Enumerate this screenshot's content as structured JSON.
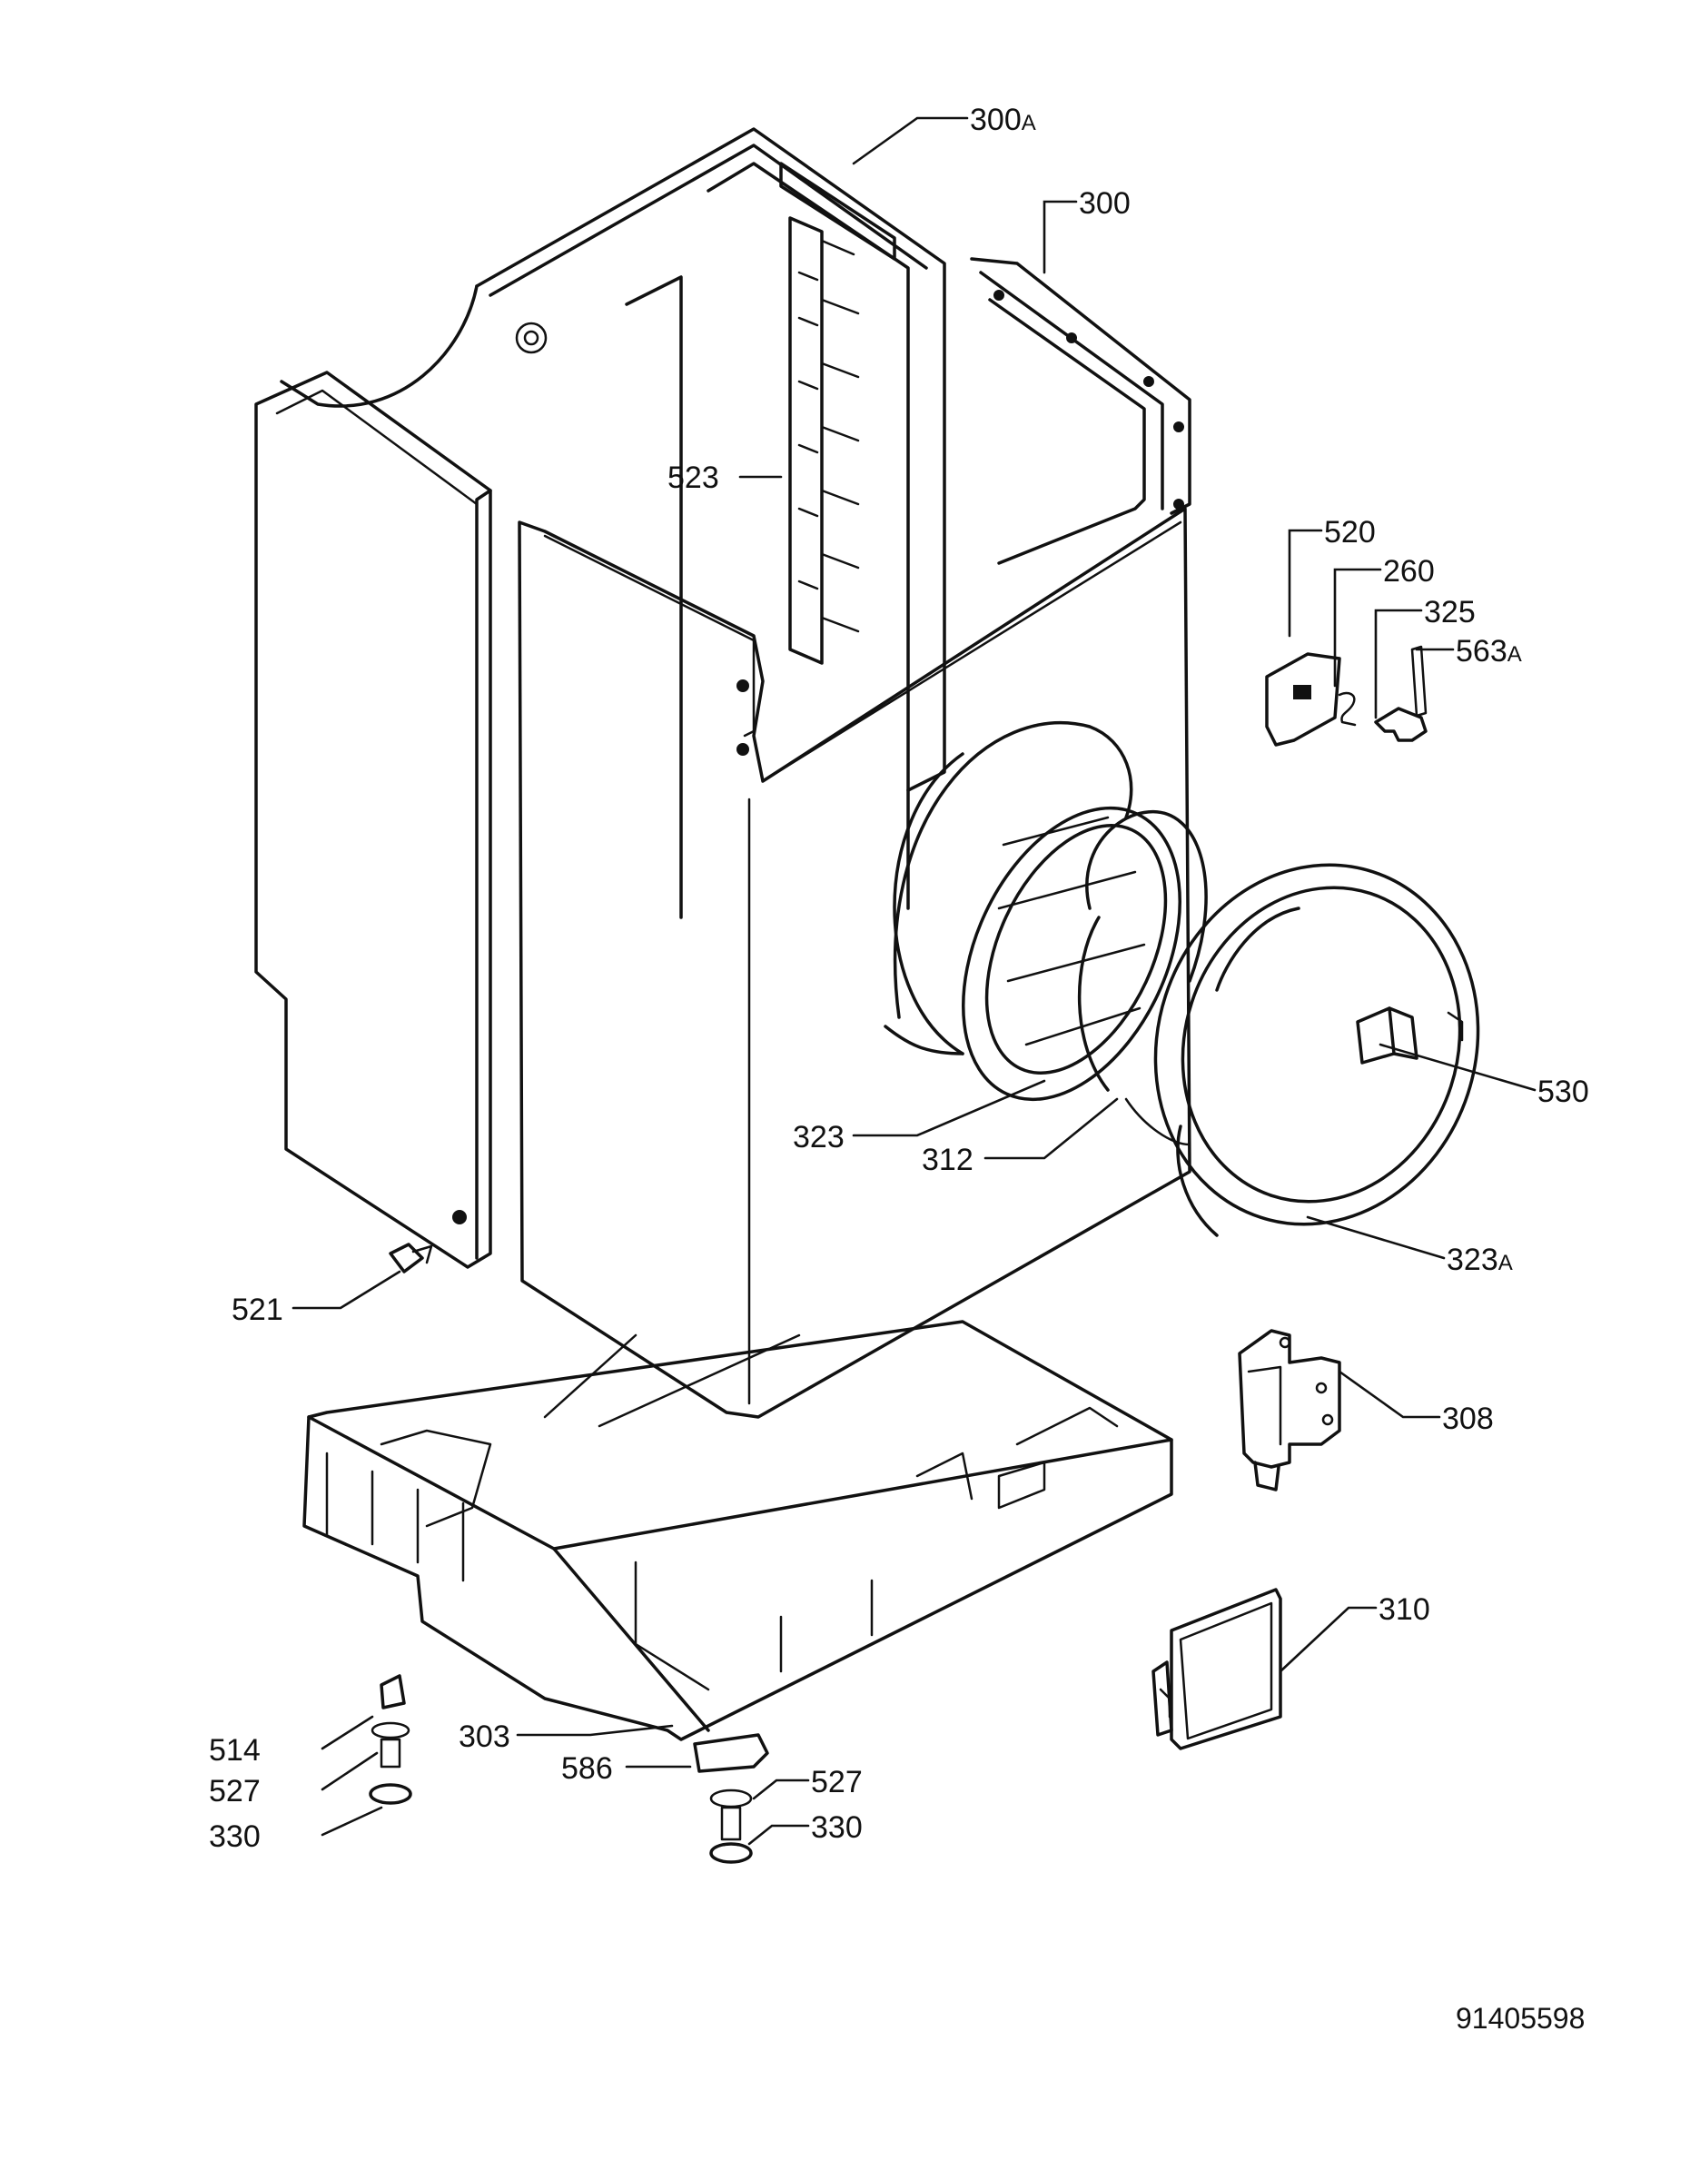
{
  "callouts": {
    "c300A": {
      "num": "300",
      "suffix": "A"
    },
    "c300": {
      "num": "300",
      "suffix": ""
    },
    "c523": {
      "num": "523",
      "suffix": ""
    },
    "c520": {
      "num": "520",
      "suffix": ""
    },
    "c260": {
      "num": "260",
      "suffix": ""
    },
    "c325": {
      "num": "325",
      "suffix": ""
    },
    "c563A": {
      "num": "563",
      "suffix": "A"
    },
    "c530": {
      "num": "530",
      "suffix": ""
    },
    "c323": {
      "num": "323",
      "suffix": ""
    },
    "c312": {
      "num": "312",
      "suffix": ""
    },
    "c323A": {
      "num": "323",
      "suffix": "A"
    },
    "c521": {
      "num": "521",
      "suffix": ""
    },
    "c308": {
      "num": "308",
      "suffix": ""
    },
    "c310": {
      "num": "310",
      "suffix": ""
    },
    "c303": {
      "num": "303",
      "suffix": ""
    },
    "c514": {
      "num": "514",
      "suffix": ""
    },
    "c527L": {
      "num": "527",
      "suffix": ""
    },
    "c330L": {
      "num": "330",
      "suffix": ""
    },
    "c586": {
      "num": "586",
      "suffix": ""
    },
    "c527R": {
      "num": "527",
      "suffix": ""
    },
    "c330R": {
      "num": "330",
      "suffix": ""
    }
  },
  "document_number": "91405598"
}
